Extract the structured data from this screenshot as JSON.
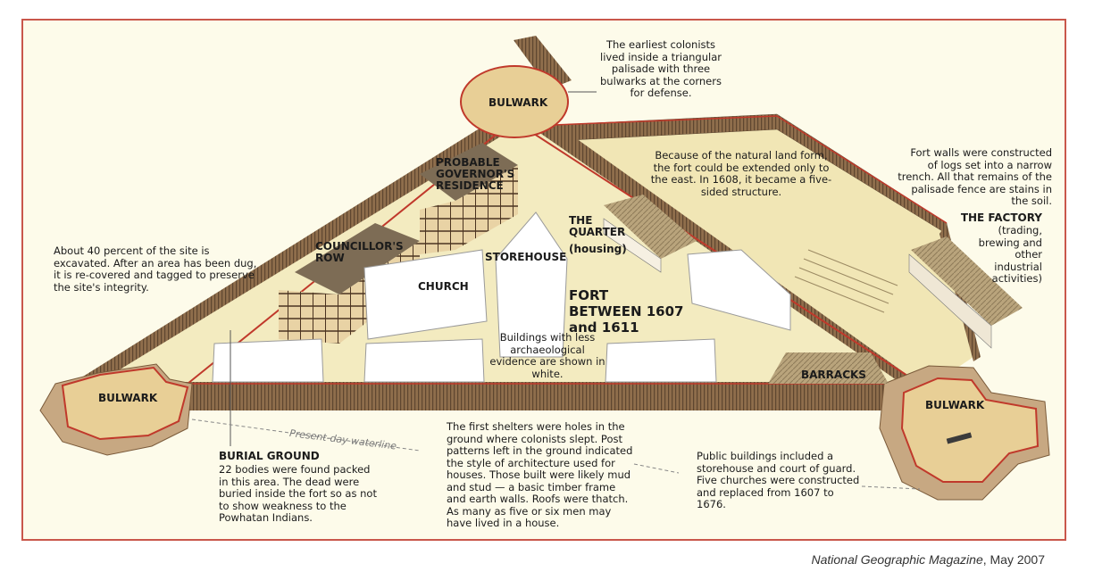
{
  "labels": {
    "bulwark_top": "BULWARK",
    "bulwark_left": "BULWARK",
    "bulwark_right": "BULWARK",
    "governor": "PROBABLE GOVERNOR'S RESIDENCE",
    "councillor": "COUNCILLOR'S ROW",
    "church": "CHURCH",
    "storehouse": "STOREHOUSE",
    "quarter": "THE QUARTER",
    "quarter_note": "(housing)",
    "barracks": "BARRACKS",
    "factory": "THE FACTORY",
    "factory_note": "(trading, brewing and other industrial activities)",
    "fort_title": "FORT BETWEEN 1607 and 1611",
    "burial": "BURIAL GROUND",
    "waterline": "Present-day waterline"
  },
  "notes": {
    "palisade": "The earliest colonists lived inside a triangular palisade with three bulwarks at the corners for defense.",
    "landform": "Because of the natural land form, the fort could be extended only to the east. In 1608, it became a five-sided structure.",
    "walls": "Fort walls were constructed of logs set into a narrow trench. All that remains of the palisade fence are stains in the soil.",
    "excavated": "About 40 percent of the site is excavated. After an area has been dug, it is re-covered and tagged to preserve the site's integrity.",
    "less_evidence": "Buildings with less archaeological evidence are shown in white.",
    "burial": "22 bodies were found packed in this area. The dead were buried inside the fort so as not to show weakness to the Powhatan Indians.",
    "shelters": "The first shelters were holes in the ground where colonists slept. Post patterns left in the ground indicated the style of architecture used for houses. Those built were likely mud and stud — a basic timber frame and earth walls. Roofs were thatch. As many as five or six men may have lived in a house.",
    "public": "Public buildings included a storehouse and court of guard. Five churches were constructed and replaced from 1607 to 1676."
  },
  "credit": {
    "magazine": "National Geographic Magazine",
    "date": ", May 2007"
  },
  "colors": {
    "frame": "#c9574b",
    "palisade": "#8a6a48",
    "ground": "#f3ebc0",
    "bulwark": "#e8cf96",
    "outline": "#c0392b"
  }
}
